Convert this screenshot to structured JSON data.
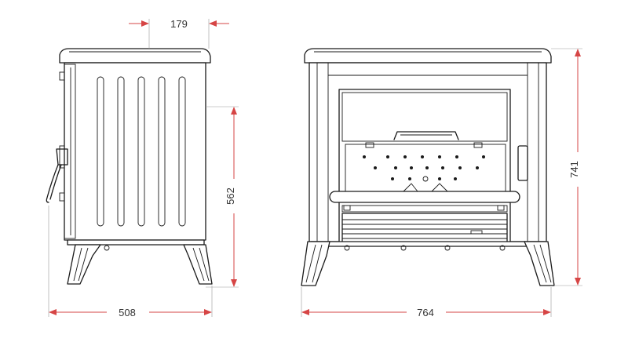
{
  "colors": {
    "dimension": "#d64545",
    "outline": "#1a1a1a",
    "background": "#ffffff"
  },
  "dimensions": {
    "side_top_depth": "179",
    "side_height": "562",
    "side_depth": "508",
    "front_width": "764",
    "front_height": "741"
  }
}
